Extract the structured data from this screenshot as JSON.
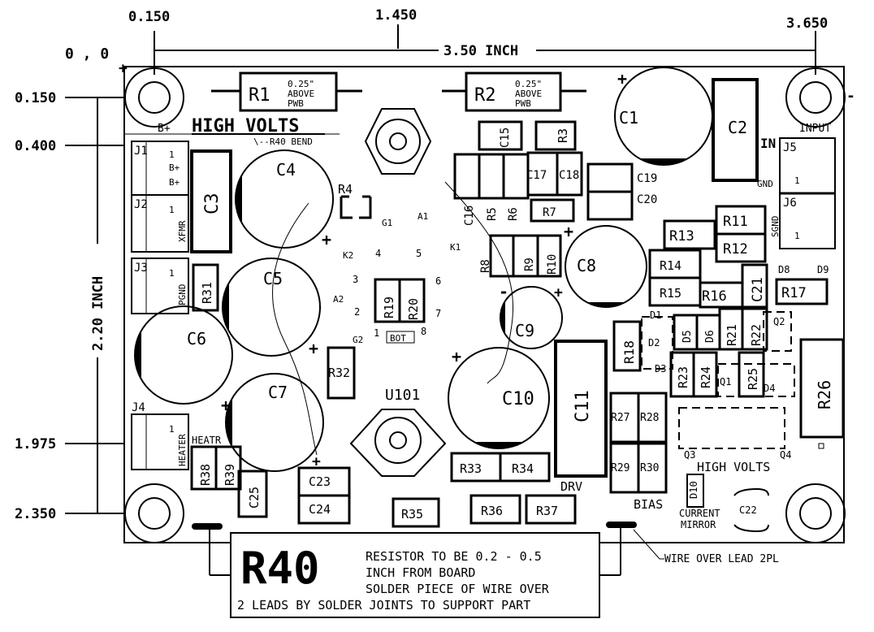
{
  "dimensions": {
    "origin": "0 , 0",
    "x_left": "0.150",
    "x_mid": "1.450",
    "x_right": "3.650",
    "width_label": "3.50 INCH",
    "y_top": "0.150",
    "y_second": "0.400",
    "y_heater": "1.975",
    "y_bottom": "2.350",
    "height_label": "2.20 INCH"
  },
  "silkscreen": {
    "high_volts_top": "HIGH VOLTS",
    "r40_bend": "\\--R40 BEND",
    "b_plus": "B+",
    "input": "INPUT",
    "in": "IN",
    "gnd": "GND",
    "sgnd": "SGND",
    "xfmr": "XFMR",
    "pgnd": "PGND",
    "heater": "HEATER",
    "heatr": "HEATR",
    "drv": "DRV",
    "bias": "BIAS",
    "high_volts_bottom": "HIGH VOLTS",
    "current": "CURRENT",
    "mirror": "MIRROR",
    "bot": "BOT",
    "wire_note": "WIRE OVER LEAD 2PL",
    "plus": "+",
    "minus": "-",
    "pin1": "1",
    "socket": {
      "g1": "G1",
      "a1": "A1",
      "k2": "K2",
      "k1": "K1",
      "a2": "A2",
      "g2": "G2",
      "p1": "1",
      "p2": "2",
      "p3": "3",
      "p4": "4",
      "p5": "5",
      "p6": "6",
      "p7": "7",
      "p8": "8"
    }
  },
  "resistors_top": {
    "r1": "R1",
    "r2": "R2",
    "note_a": "0.25\"",
    "note_b": "ABOVE",
    "note_c": "PWB"
  },
  "components": {
    "c1": "C1",
    "c2": "C2",
    "c3": "C3",
    "c4": "C4",
    "c5": "C5",
    "c6": "C6",
    "c7": "C7",
    "c8": "C8",
    "c9": "C9",
    "c10": "C10",
    "c11": "C11",
    "c15": "C15",
    "c16": "C16",
    "c17": "C17",
    "c18": "C18",
    "c19": "C19",
    "c20": "C20",
    "c21": "C21",
    "c22": "C22",
    "c23": "C23",
    "c24": "C24",
    "c25": "C25",
    "r3": "R3",
    "r4": "R4",
    "r5": "R5",
    "r6": "R6",
    "r7": "R7",
    "r8": "R8",
    "r9": "R9",
    "r10": "R10",
    "r11": "R11",
    "r12": "R12",
    "r13": "R13",
    "r14": "R14",
    "r15": "R15",
    "r16": "R16",
    "r17": "R17",
    "r18": "R18",
    "r19": "R19",
    "r20": "R20",
    "r21": "R21",
    "r22": "R22",
    "r23": "R23",
    "r24": "R24",
    "r25": "R25",
    "r26": "R26",
    "r27": "R27",
    "r28": "R28",
    "r29": "R29",
    "r30": "R30",
    "r31": "R31",
    "r32": "R32",
    "r33": "R33",
    "r34": "R34",
    "r35": "R35",
    "r36": "R36",
    "r37": "R37",
    "r38": "R38",
    "r39": "R39",
    "d1": "D1",
    "d2": "D2",
    "d3": "D3",
    "d4": "D4",
    "d5": "D5",
    "d6": "D6",
    "d8": "D8",
    "d9": "D9",
    "d10": "D10",
    "q1": "Q1",
    "q2": "Q2",
    "q3": "Q3",
    "q4": "Q4",
    "j1": "J1",
    "j2": "J2",
    "j3": "J3",
    "j4": "J4",
    "j5": "J5",
    "j6": "J6",
    "u101": "U101"
  },
  "r40_box": {
    "title": "R40",
    "line1": "RESISTOR TO BE 0.2 - 0.5",
    "line2": "INCH FROM BOARD",
    "line3": "SOLDER PIECE OF WIRE OVER",
    "line4": "2 LEADS BY SOLDER JOINTS TO SUPPORT PART"
  }
}
